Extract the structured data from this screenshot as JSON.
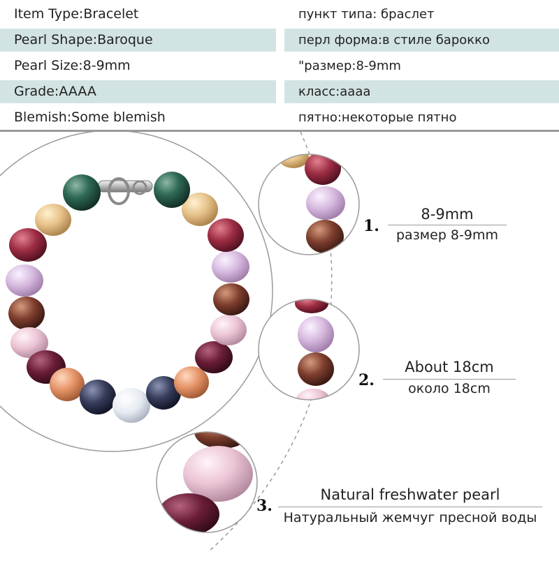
{
  "specs": {
    "rows": [
      {
        "en": "Item Type:Bracelet",
        "ru": "пункт типа: браслет"
      },
      {
        "en": "Pearl Shape:Baroque",
        "ru": "перл форма:в стиле барокко"
      },
      {
        "en": "Pearl Size:8-9mm",
        "ru": "\"размер:8-9mm"
      },
      {
        "en": "Grade:AAAA",
        "ru": "класс:аааа"
      },
      {
        "en": "Blemish:Some blemish",
        "ru": "пятно:некоторые пятно"
      }
    ]
  },
  "callouts": [
    {
      "number": "1.",
      "title": "8-9mm",
      "subtitle": "размер 8-9mm"
    },
    {
      "number": "2.",
      "title": "About 18cm",
      "subtitle": "около 18cm"
    },
    {
      "number": "3.",
      "title": "Natural freshwater pearl",
      "subtitle": "Натуральный жемчуг пресной воды"
    }
  ],
  "colors": {
    "shaded_row": "#d2e3e3",
    "divider": "#9a9a9a",
    "pearls": [
      "green",
      "peach",
      "burgundy",
      "lavender",
      "bronze",
      "pink",
      "plum",
      "orange",
      "black",
      "white"
    ]
  }
}
